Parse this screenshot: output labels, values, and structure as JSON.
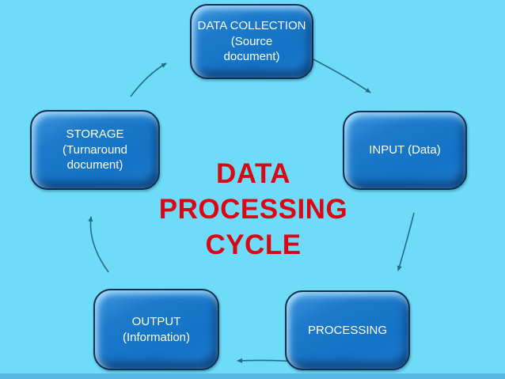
{
  "diagram": {
    "title": {
      "text": "DATA PROCESSING CYCLE",
      "lines": [
        "DATA",
        "PROCESSING",
        "CYCLE"
      ],
      "color": "#d90713"
    },
    "background_color": "#6edcf8",
    "bottom_bar_color": "#55b9e2",
    "node_fill_color": "#1777c8",
    "node_border_color": "#0e2f50",
    "node_text_color": "#ffffff",
    "arrow_color": "#276b8c",
    "nodes": [
      {
        "id": "data-collection",
        "lines": [
          "DATA COLLECTION",
          "(Source",
          "document)"
        ]
      },
      {
        "id": "input",
        "lines": [
          "INPUT (Data)"
        ]
      },
      {
        "id": "processing",
        "lines": [
          "PROCESSING"
        ]
      },
      {
        "id": "output",
        "lines": [
          "OUTPUT",
          "(Information)"
        ]
      },
      {
        "id": "storage",
        "lines": [
          "STORAGE",
          "(Turnaround",
          "document)"
        ]
      }
    ],
    "connections": [
      {
        "from": "DATA COLLECTION (Source document)",
        "to": "INPUT (Data)"
      },
      {
        "from": "INPUT (Data)",
        "to": "PROCESSING"
      },
      {
        "from": "PROCESSING",
        "to": "OUTPUT (Information)"
      },
      {
        "from": "OUTPUT (Information)",
        "to": "STORAGE (Turnaround document)"
      },
      {
        "from": "STORAGE (Turnaround document)",
        "to": "DATA COLLECTION (Source document)"
      }
    ]
  }
}
